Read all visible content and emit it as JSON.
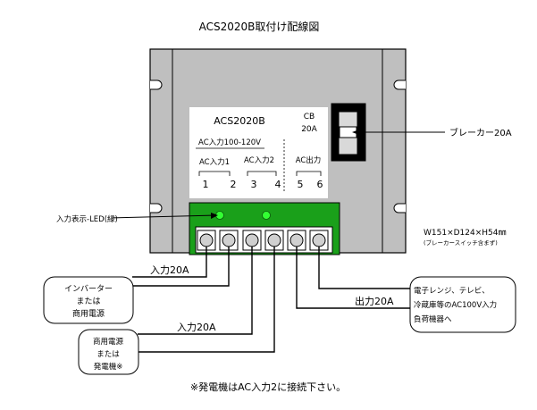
{
  "title": "ACS2020B取付け配線図",
  "panel": {
    "model": "ACS2020B",
    "cb_line1": "CB",
    "cb_line2": "20A",
    "ac_input_range": "AC入力100-120V",
    "group_in1": "AC入力1",
    "group_in2": "AC入力2",
    "group_out": "AC出力",
    "terminal_numbers": [
      "1",
      "2",
      "3",
      "4",
      "5",
      "6"
    ]
  },
  "callouts": {
    "breaker": "ブレーカー20A",
    "led": "入力表示-LED(緑)",
    "dimensions": "W151×D124×H54㎜",
    "dimensions_note": "(ブレーカースイッチ含まず)"
  },
  "wires": {
    "input1": "入力20A",
    "input2": "入力20A",
    "output": "出力20A"
  },
  "sources": {
    "source1_lines": [
      "インバーター",
      "または",
      "商用電源"
    ],
    "source2_lines": [
      "商用電源",
      "または",
      "発電機※"
    ]
  },
  "load_lines": [
    "電子レンジ、テレビ、",
    "冷蔵庫等のAC100V入力",
    "負荷機器へ"
  ],
  "footnote": "※発電機はAC入力2に接続下さい。",
  "colors": {
    "case": "#bfbfbf",
    "terminal_board": "#1aa01a",
    "led": "#33ff33"
  }
}
